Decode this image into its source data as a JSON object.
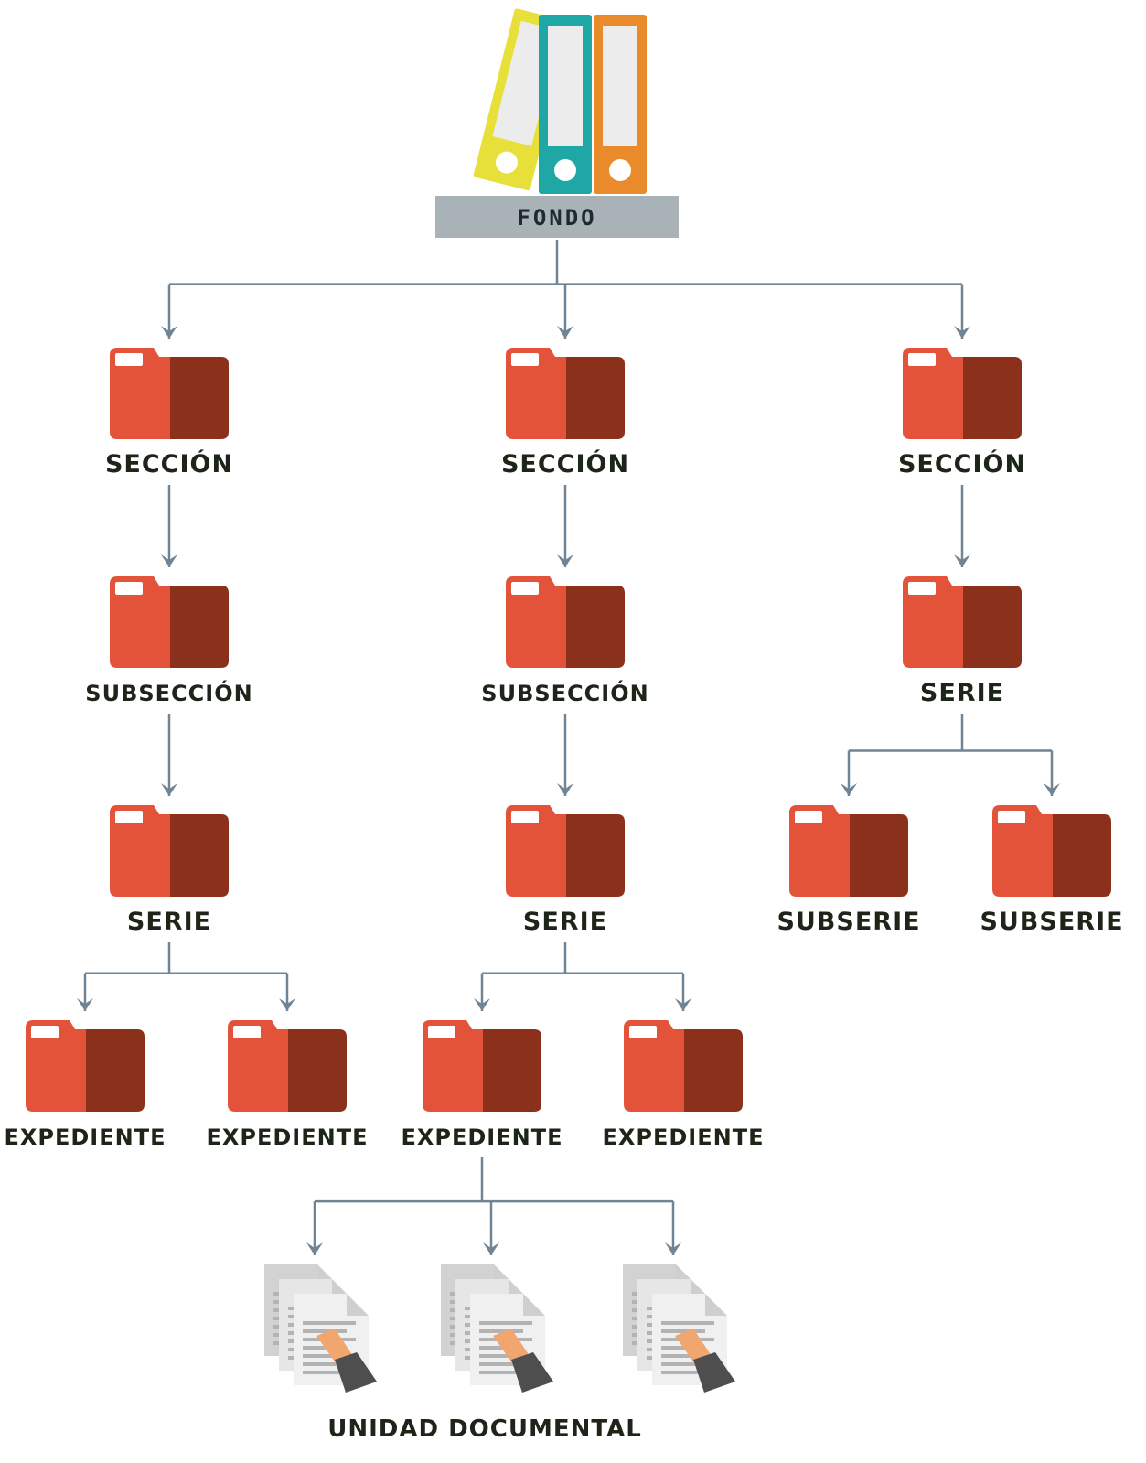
{
  "nodes": [
    {
      "id": "fondo",
      "type": "binders",
      "label": "FONDO"
    },
    {
      "id": "sec1",
      "type": "folder",
      "label": "SECCIÓN"
    },
    {
      "id": "sec2",
      "type": "folder",
      "label": "SECCIÓN"
    },
    {
      "id": "sec3",
      "type": "folder",
      "label": "SECCIÓN"
    },
    {
      "id": "subsec1",
      "type": "folder",
      "label": "SUBSECCIÓN"
    },
    {
      "id": "subsec2",
      "type": "folder",
      "label": "SUBSECCIÓN"
    },
    {
      "id": "serie3",
      "type": "folder",
      "label": "SERIE"
    },
    {
      "id": "serie1",
      "type": "folder",
      "label": "SERIE"
    },
    {
      "id": "serie2",
      "type": "folder",
      "label": "SERIE"
    },
    {
      "id": "subserie1",
      "type": "folder",
      "label": "SUBSERIE"
    },
    {
      "id": "subserie2",
      "type": "folder",
      "label": "SUBSERIE"
    },
    {
      "id": "exp1",
      "type": "folder",
      "label": "EXPEDIENTE"
    },
    {
      "id": "exp2",
      "type": "folder",
      "label": "EXPEDIENTE"
    },
    {
      "id": "exp3",
      "type": "folder",
      "label": "EXPEDIENTE"
    },
    {
      "id": "exp4",
      "type": "folder",
      "label": "EXPEDIENTE"
    },
    {
      "id": "doc1",
      "type": "document",
      "label": ""
    },
    {
      "id": "doc2",
      "type": "document",
      "label": ""
    },
    {
      "id": "doc3",
      "type": "document",
      "label": ""
    },
    {
      "id": "unidad",
      "type": "caption",
      "label": "UNIDAD DOCUMENTAL"
    }
  ],
  "edges": [
    {
      "from": "fondo",
      "to": [
        "sec1",
        "sec2",
        "sec3"
      ]
    },
    {
      "from": "sec1",
      "to": [
        "subsec1"
      ]
    },
    {
      "from": "sec2",
      "to": [
        "subsec2"
      ]
    },
    {
      "from": "sec3",
      "to": [
        "serie3"
      ]
    },
    {
      "from": "subsec1",
      "to": [
        "serie1"
      ]
    },
    {
      "from": "subsec2",
      "to": [
        "serie2"
      ]
    },
    {
      "from": "serie3",
      "to": [
        "subserie1",
        "subserie2"
      ]
    },
    {
      "from": "serie1",
      "to": [
        "exp1",
        "exp2"
      ]
    },
    {
      "from": "serie2",
      "to": [
        "exp3",
        "exp4"
      ]
    },
    {
      "from": "exp3",
      "to": [
        "doc1",
        "doc2",
        "doc3"
      ]
    }
  ],
  "colors": {
    "folder_light": "#e2533a",
    "folder_dark": "#8b311b",
    "folder_tab": "#ffffff",
    "connector": "#6f8494",
    "label_bar": "#a9b2b7",
    "label_text": "#1d2418",
    "binder_yellow": "#e7e03b",
    "binder_teal": "#1fa7a6",
    "binder_orange": "#ea8b2b",
    "binder_insert": "#ececec",
    "doc_sheet": "#e6e6e6",
    "doc_lines": "#b3b3b3",
    "hand_skin": "#f2a66f",
    "sleeve": "#4e4e4e"
  }
}
